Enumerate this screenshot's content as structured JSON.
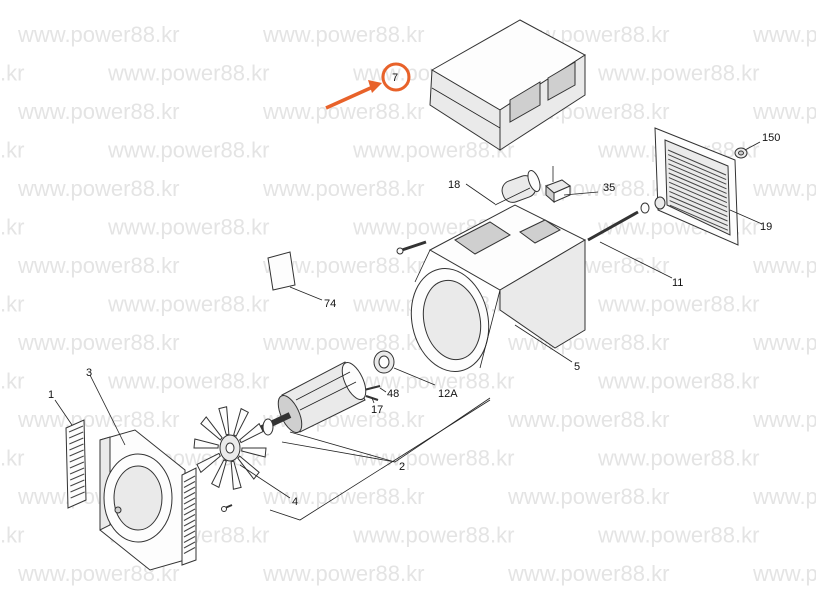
{
  "watermark": "www.power88.kr",
  "highlight_color": "#e8622a",
  "callouts": {
    "p7": "7",
    "p150": "150",
    "p18": "18",
    "p35": "35",
    "p19": "19",
    "p11": "11",
    "p74": "74",
    "p5": "5",
    "p48": "48",
    "p12a": "12A",
    "p17": "17",
    "p3": "3",
    "p1": "1",
    "p2": "2",
    "p4": "4"
  }
}
